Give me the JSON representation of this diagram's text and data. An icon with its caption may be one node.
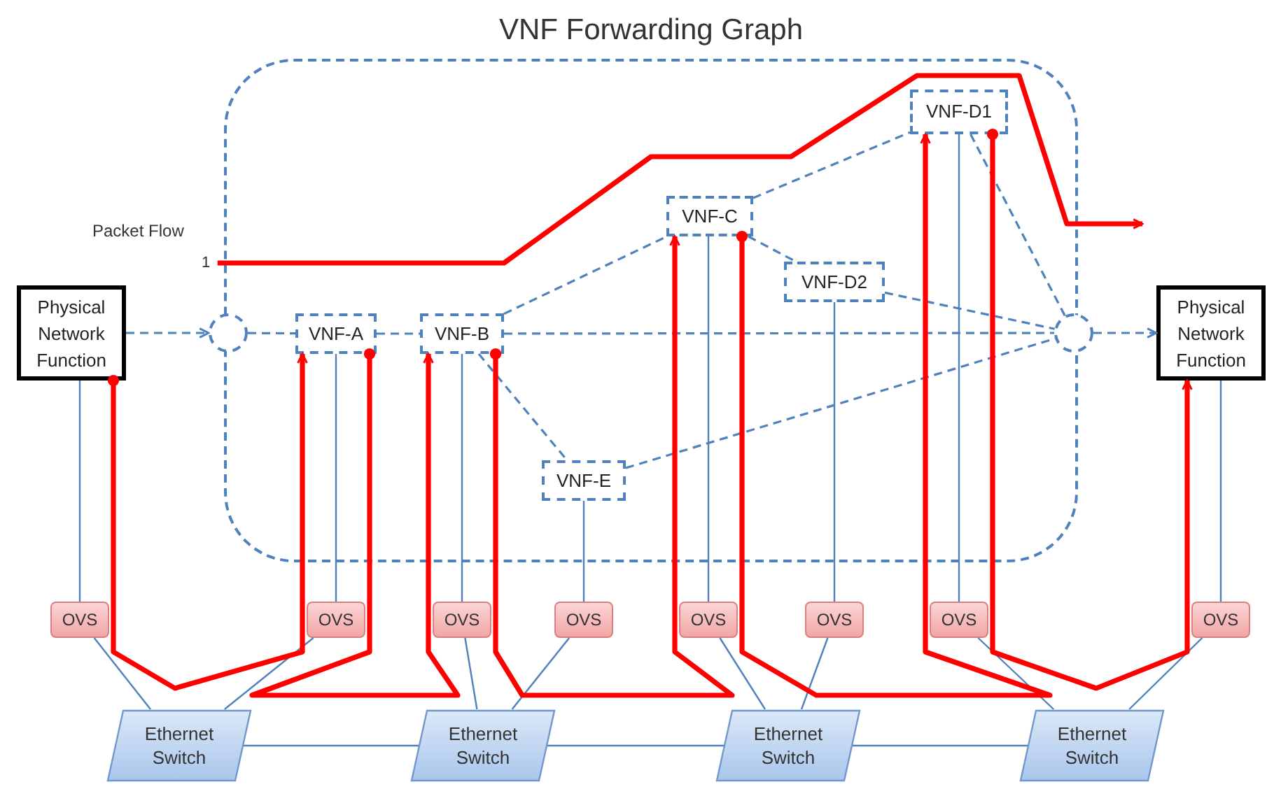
{
  "diagram": {
    "nodes": [
      {
        "text": [
          "VNF Forwarding Graph"
        ]
      },
      {
        "text": [
          "Physical Network Function"
        ]
      },
      {
        "text": [],
        "shape": "circle"
      },
      {
        "text": [
          "VNF-A"
        ],
        "in": 0
      },
      {
        "text": [
          "VNF-B"
        ],
        "in": 0
      },
      {
        "text": [
          "VNF-C"
        ],
        "in": 0
      },
      {
        "text": [
          "VNF-D1"
        ],
        "in": 0
      },
      {
        "text": [
          "VNF-D2"
        ],
        "in": 0
      },
      {
        "text": [
          "VNF-E"
        ],
        "in": 0
      },
      {
        "text": [],
        "shape": "circle"
      },
      {
        "text": [
          "Physical Network Function"
        ]
      },
      {
        "text": [
          "OVS"
        ]
      },
      {
        "text": [
          "OVS"
        ]
      },
      {
        "text": [
          "OVS"
        ]
      },
      {
        "text": [
          "OVS"
        ]
      },
      {
        "text": [
          "OVS"
        ]
      },
      {
        "text": [
          "OVS"
        ]
      },
      {
        "text": [
          "OVS"
        ]
      },
      {
        "text": [
          "OVS"
        ]
      },
      {
        "text": [
          "Ethernet Switch"
        ]
      },
      {
        "text": [
          "Ethernet Switch"
        ]
      },
      {
        "text": [
          "Ethernet Switch"
        ]
      },
      {
        "text": [
          "Ethernet Switch"
        ]
      },
      {
        "text": [
          "1"
        ]
      }
    ],
    "edges": [
      {
        "from": 1,
        "to": 2,
        "arrow": "to",
        "style": "dashed"
      },
      {
        "from": 2,
        "to": 3,
        "arrow": "none",
        "style": "dashed"
      },
      {
        "from": 3,
        "to": 4,
        "arrow": "none",
        "style": "dashed"
      },
      {
        "from": 4,
        "to": 9,
        "arrow": "none",
        "style": "dashed"
      },
      {
        "from": 4,
        "to": 5,
        "arrow": "none",
        "style": "dashed"
      },
      {
        "from": 5,
        "to": 6,
        "arrow": "none",
        "style": "dashed"
      },
      {
        "from": 5,
        "to": 7,
        "arrow": "none",
        "style": "dashed"
      },
      {
        "from": 4,
        "to": 8,
        "arrow": "none",
        "style": "dashed"
      },
      {
        "from": 6,
        "to": 9,
        "arrow": "none",
        "style": "dashed"
      },
      {
        "from": 7,
        "to": 9,
        "arrow": "none",
        "style": "dashed"
      },
      {
        "from": 8,
        "to": 9,
        "arrow": "none",
        "style": "dashed"
      },
      {
        "from": 9,
        "to": 10,
        "arrow": "to",
        "style": "dashed"
      },
      {
        "from": 1,
        "to": 11,
        "arrow": "none"
      },
      {
        "from": 3,
        "to": 12,
        "arrow": "none"
      },
      {
        "from": 4,
        "to": 13,
        "arrow": "none"
      },
      {
        "from": 8,
        "to": 14,
        "arrow": "none"
      },
      {
        "from": 5,
        "to": 15,
        "arrow": "none"
      },
      {
        "from": 7,
        "to": 16,
        "arrow": "none"
      },
      {
        "from": 6,
        "to": 17,
        "arrow": "none"
      },
      {
        "from": 10,
        "to": 18,
        "arrow": "none"
      },
      {
        "from": 11,
        "to": 19,
        "arrow": "none"
      },
      {
        "from": 12,
        "to": 19,
        "arrow": "none"
      },
      {
        "from": 13,
        "to": 20,
        "arrow": "none"
      },
      {
        "from": 14,
        "to": 20,
        "arrow": "none"
      },
      {
        "from": 15,
        "to": 21,
        "arrow": "none"
      },
      {
        "from": 16,
        "to": 21,
        "arrow": "none"
      },
      {
        "from": 17,
        "to": 22,
        "arrow": "none"
      },
      {
        "from": 18,
        "to": 22,
        "arrow": "none"
      },
      {
        "from": 19,
        "to": 20,
        "arrow": "none"
      },
      {
        "from": 20,
        "to": 21,
        "arrow": "none"
      },
      {
        "from": 21,
        "to": 22,
        "arrow": "none"
      },
      {
        "from": 1,
        "to": 3,
        "arrow": "to",
        "style": "thick",
        "color": "#ff0000"
      },
      {
        "from": 3,
        "to": 4,
        "arrow": "to",
        "style": "thick",
        "color": "#ff0000"
      },
      {
        "from": 4,
        "to": 5,
        "arrow": "to",
        "style": "thick",
        "color": "#ff0000"
      },
      {
        "from": 5,
        "to": 6,
        "arrow": "to",
        "style": "thick",
        "color": "#ff0000"
      },
      {
        "from": 6,
        "to": 10,
        "arrow": "to",
        "style": "thick",
        "color": "#ff0000"
      },
      {
        "from": 23,
        "to": null,
        "arrow": "to",
        "style": "thick",
        "color": "#ff0000"
      }
    ],
    "labels": [
      "Packet Flow"
    ]
  }
}
